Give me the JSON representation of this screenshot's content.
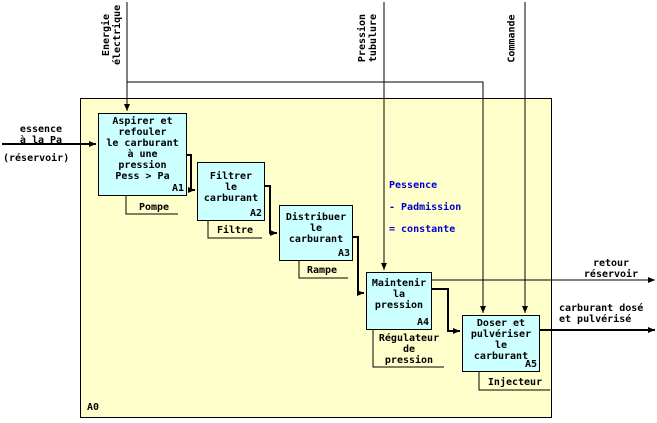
{
  "diagram": {
    "frame_id": "A0",
    "activities": [
      {
        "id": "A1",
        "label": "Aspirer et\nrefouler\nle carburant\nà une\npression\nPess > Pa",
        "mechanism": "Pompe"
      },
      {
        "id": "A2",
        "label": "Filtrer\nle\ncarburant",
        "mechanism": "Filtre"
      },
      {
        "id": "A3",
        "label": "Distribuer\nle\ncarburant",
        "mechanism": "Rampe"
      },
      {
        "id": "A4",
        "label": "Maintenir\nla\npression",
        "mechanism": "Régulateur\nde\npression"
      },
      {
        "id": "A5",
        "label": "Doser et\npulvériser\nle\ncarburant",
        "mechanism": "Injecteur"
      }
    ],
    "controls": [
      {
        "label": "Energie\nélectrique"
      },
      {
        "label": "Pression\ntubulure"
      },
      {
        "label": "Commande"
      }
    ],
    "inputs": [
      {
        "label": "essence\nà la Pa"
      },
      {
        "label": "(réservoir)"
      }
    ],
    "outputs": [
      {
        "label": "retour\nréservoir"
      },
      {
        "label": "carburant dosé\net pulvérisé"
      }
    ],
    "annotation": {
      "lines": [
        "Pessence",
        "- Padmission",
        "= constante"
      ],
      "color": "#0000cc"
    },
    "colors": {
      "frame_fill": "#ffffcc",
      "box_fill": "#ccffff"
    }
  }
}
